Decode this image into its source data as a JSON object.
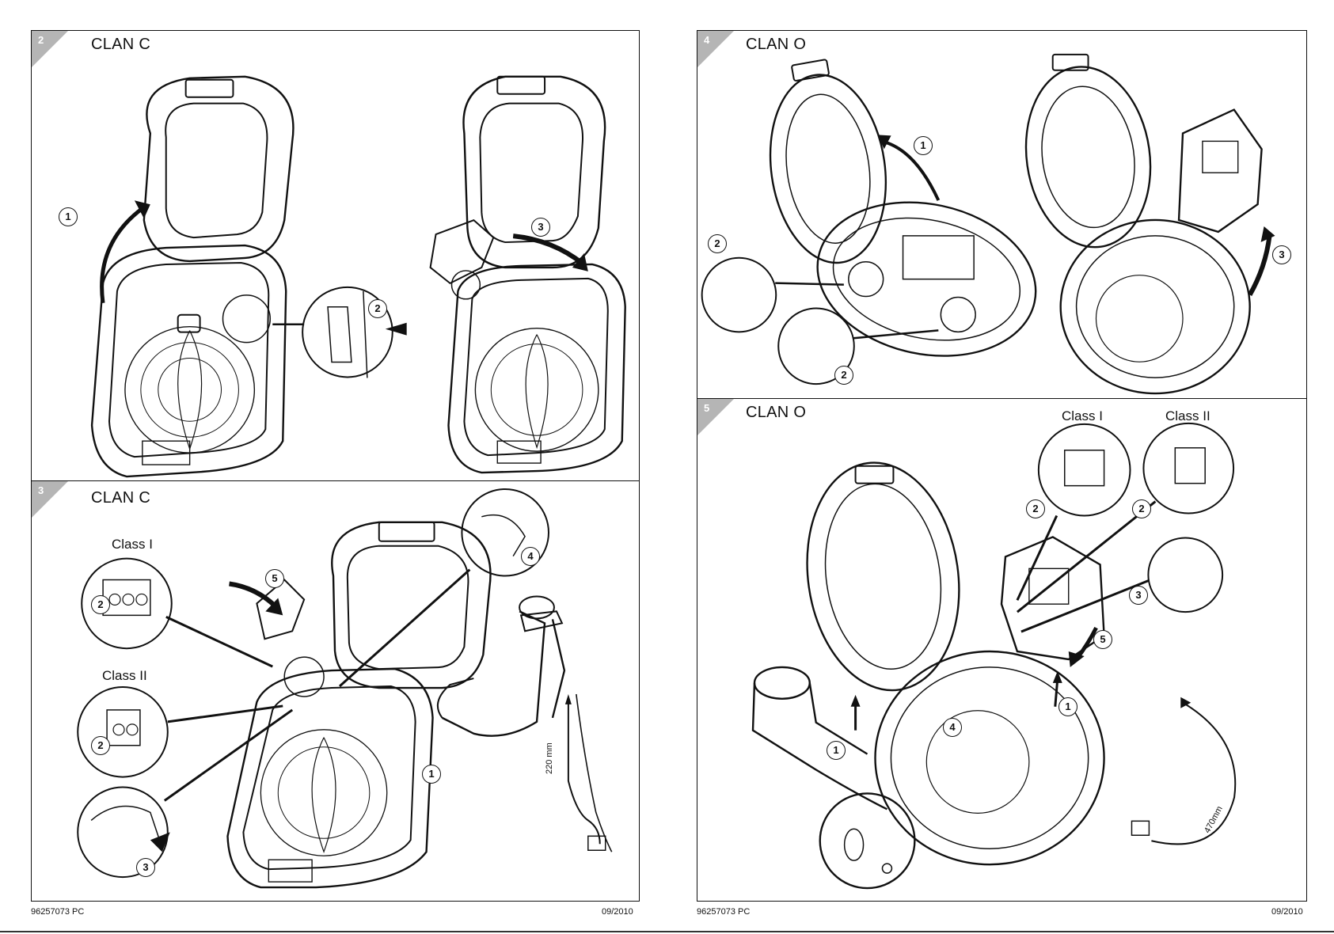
{
  "left_page": {
    "panel2": {
      "step": "2",
      "title": "CLAN C",
      "callouts": [
        "1",
        "2",
        "3"
      ]
    },
    "panel3": {
      "step": "3",
      "title": "CLAN C",
      "class_i_label": "Class I",
      "class_ii_label": "Class II",
      "callouts": [
        "2",
        "2",
        "3",
        "1",
        "4",
        "5"
      ],
      "dimension": "220 mm"
    },
    "footer": {
      "code": "96257073 PC",
      "date": "09/2010"
    }
  },
  "right_page": {
    "panel4": {
      "step": "4",
      "title": "CLAN O",
      "callouts": [
        "1",
        "2",
        "2",
        "3"
      ]
    },
    "panel5": {
      "step": "5",
      "title": "CLAN O",
      "class_i_label": "Class I",
      "class_ii_label": "Class II",
      "callouts": [
        "2",
        "2",
        "3",
        "5",
        "1",
        "1",
        "4"
      ],
      "dimension": "470mm"
    },
    "footer": {
      "code": "96257073 PC",
      "date": "09/2010"
    }
  },
  "colors": {
    "line": "#111111",
    "step_corner": "#b5b5b5",
    "lens_gray": "#e6e6e6"
  }
}
